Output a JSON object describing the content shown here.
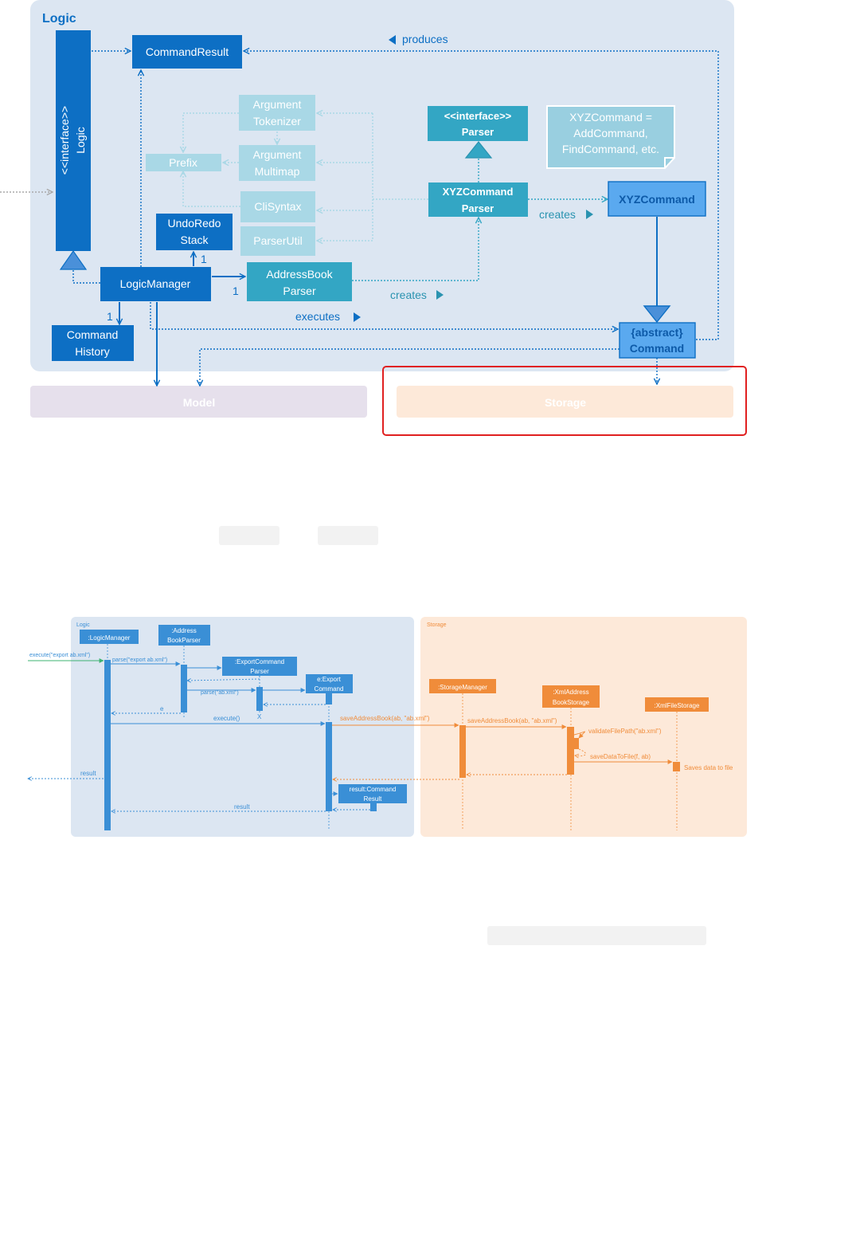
{
  "class_diagram": {
    "packages": {
      "logic": "Logic",
      "model": "Model",
      "storage": "Storage"
    },
    "classes": {
      "interface_logic": [
        "<<interface>>",
        "Logic"
      ],
      "command_result": [
        "CommandResult"
      ],
      "argument_tokenizer": [
        "Argument",
        "Tokenizer"
      ],
      "argument_multimap": [
        "Argument",
        "Multimap"
      ],
      "prefix": [
        "Prefix"
      ],
      "cli_syntax": [
        "CliSyntax"
      ],
      "parser_util": [
        "ParserUtil"
      ],
      "undo_redo_stack": [
        "UndoRedo",
        "Stack"
      ],
      "logic_manager": [
        "LogicManager"
      ],
      "address_book_parser": [
        "AddressBook",
        "Parser"
      ],
      "command_history": [
        "Command",
        "History"
      ],
      "interface_parser": [
        "<<interface>>",
        "Parser"
      ],
      "xyz_command_parser": [
        "XYZCommand",
        "Parser"
      ],
      "xyz_command": [
        "XYZCommand"
      ],
      "abstract_command": [
        "{abstract}",
        "Command"
      ]
    },
    "note": [
      "XYZCommand =",
      "AddCommand,",
      "FindCommand, etc."
    ],
    "labels": {
      "produces": "produces",
      "creates_1": "creates",
      "creates_2": "creates",
      "executes": "executes",
      "mult_undo": "1",
      "mult_parser": "1",
      "mult_history": "1"
    },
    "colors": {
      "logic_bg": "#dce6f2",
      "dark_blue": "#0d6fc4",
      "teal": "#33a6c4",
      "light_teal": "#a9d8e6",
      "model_bg": "#e6e0ec",
      "storage_bg": "#fde9d9",
      "highlight": "#e02020"
    }
  },
  "sequence_diagram": {
    "frames": {
      "logic": "Logic",
      "storage": "Storage"
    },
    "lifelines": {
      "logic_manager": [
        ":LogicManager"
      ],
      "address_book_parser": [
        ":Address",
        "BookParser"
      ],
      "export_command_parser": [
        ":ExportCommand",
        "Parser"
      ],
      "export_command": [
        "e:Export",
        "Command"
      ],
      "command_result": [
        "result:Command",
        "Result"
      ],
      "storage_manager": [
        ":StorageManager"
      ],
      "xml_address_book_storage": [
        ":XmlAddress",
        "BookStorage"
      ],
      "xml_file_storage": [
        ":XmlFileStorage"
      ]
    },
    "messages": {
      "execute_call": "execute(\"export ab.xml\")",
      "parse_call": "parse(\"export ab.xml\")",
      "parse_args": "parse(\"ab.xml\")",
      "return_e": "e",
      "execute": "execute()",
      "save_address_book_1": "saveAddressBook(ab, \"ab.xml\")",
      "save_address_book_2": "saveAddressBook(ab, \"ab.xml\")",
      "validate_file_path": "validateFilePath(\"ab.xml\")",
      "save_data_to_file": "saveDataToFile(f, ab)",
      "saves_data_note": "Saves data to file",
      "result_return_1": "result",
      "result_return_2": "result",
      "destroy_mark": "X"
    },
    "colors": {
      "logic_frame": "#dce6f2",
      "storage_frame": "#fde9d9",
      "blue": "#3a8fd6",
      "orange": "#f08c3a",
      "green": "#3cb371"
    }
  }
}
